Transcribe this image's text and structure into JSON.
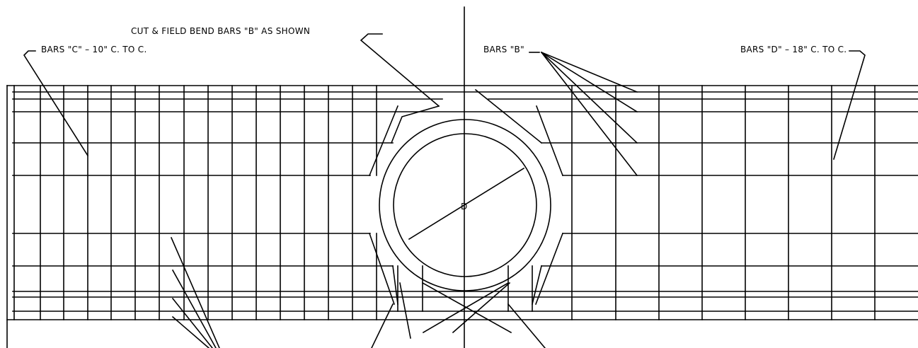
{
  "labels": {
    "cut_bend": "CUT & FIELD BEND BARS \"B\" AS SHOWN",
    "bars_c": "BARS \"C\" – 10\" C. TO C.",
    "bars_b": "BARS \"B\"",
    "bars_d": "BARS \"D\" – 18\" C. TO C.",
    "diameter": "D"
  },
  "colors": {
    "line": "#000000",
    "background": "#ffffff"
  }
}
